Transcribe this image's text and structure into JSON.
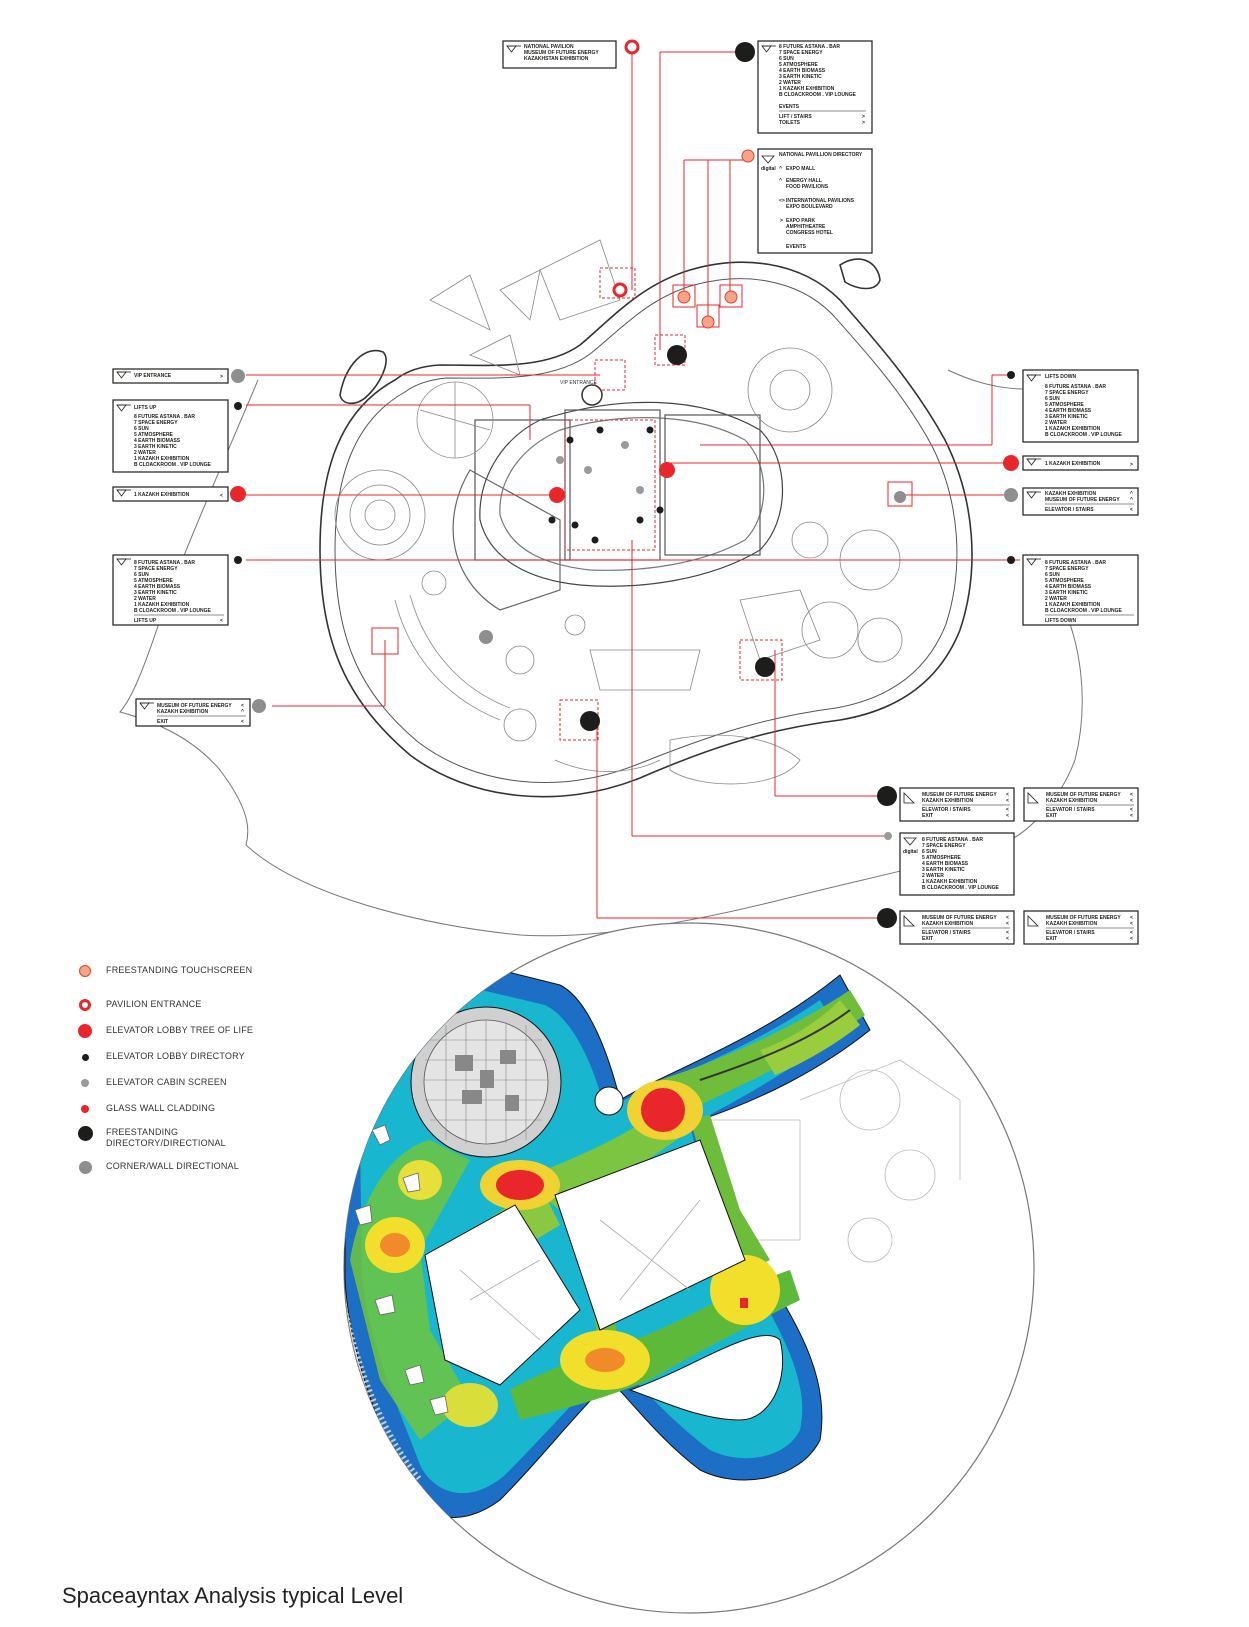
{
  "caption": "Spaceayntax Analysis typical Level",
  "legend": [
    {
      "label": "FREESTANDING TOUCHSCREEN",
      "fill": "#f6a487",
      "stroke": "#e04030",
      "ring": false,
      "size": 12
    },
    {
      "label": "PAVILION ENTRANCE",
      "fill": "#ffffff",
      "stroke": "#e8262b",
      "ring": true,
      "size": 12
    },
    {
      "label": "ELEVATOR LOBBY TREE OF LIFE",
      "fill": "#e8262b",
      "stroke": "#e8262b",
      "ring": false,
      "size": 14
    },
    {
      "label": "ELEVATOR LOBBY DIRECTORY",
      "fill": "#1d1d1b",
      "stroke": "#1d1d1b",
      "ring": false,
      "size": 7
    },
    {
      "label": "ELEVATOR CABIN SCREEN",
      "fill": "#9a9a9a",
      "stroke": "#9a9a9a",
      "ring": false,
      "size": 8
    },
    {
      "label": "GLASS WALL CLADDING",
      "fill": "#e8262b",
      "stroke": "#e8262b",
      "ring": false,
      "size": 8
    },
    {
      "label": "FREESTANDING DIRECTORY/DIRECTIONAL",
      "fill": "#1d1d1b",
      "stroke": "#1d1d1b",
      "ring": false,
      "size": 15
    },
    {
      "label": "CORNER/WALL DIRECTIONAL",
      "fill": "#8e8e8e",
      "stroke": "#8e8e8e",
      "ring": false,
      "size": 13
    }
  ],
  "signs": {
    "national": {
      "lines": [
        "NATIONAL PAVILION",
        "MUSEUM OF FUTURE ENERGY",
        "KAZAKHSTAN EXHIBITION"
      ]
    },
    "top_right": {
      "lines": [
        "8 FUTURE ASTANA . BAR",
        "7 SPACE ENERGY",
        "6 SUN",
        "5 ATMOSPHERE",
        "4 EARTH BIOMASS",
        "3 EARTH KINETIC",
        "2 WATER",
        "1 KAZAKH EXHIBITION",
        "B CLOACKROOM . VIP LOUNGE"
      ],
      "footer": [
        "EVENTS",
        "LIFT / STAIRS",
        "TOILETS"
      ]
    },
    "directory": {
      "title": "NATIONAL PAVILLION DIRECTORY",
      "items": [
        "EXPO MALL",
        "ENERGY HALL",
        "FOOD PAVILIONS",
        "INTERNATIONAL PAVILIONS",
        "EXPO BOULEVARD",
        "EXPO PARK",
        "AMPHITHEATRE",
        "CONGRESS HOTEL",
        "EVENTS"
      ],
      "brand": "digital"
    },
    "vip": {
      "label": "VIP ENTRANCE",
      "arrow": ">"
    },
    "lifts_up": {
      "title": "LIFTS UP",
      "lines": [
        "8 FUTURE ASTANA . BAR",
        "7 SPACE ENERGY",
        "6 SUN",
        "5 ATMOSPHERE",
        "4 EARTH BIOMASS",
        "3 EARTH KINETIC",
        "2 WATER",
        "1 KAZAKH EXHIBITION",
        "B CLOACKROOM . VIP LOUNGE"
      ]
    },
    "kazakh_left": {
      "label": "1 KAZAKH EXHIBITION",
      "arrow": "<"
    },
    "left_list": {
      "lines": [
        "8 FUTURE ASTANA . BAR",
        "7 SPACE ENERGY",
        "6 SUN",
        "5 ATMOSPHERE",
        "4 EARTH BIOMASS",
        "3 EARTH KINETIC",
        "2 WATER",
        "1 KAZAKH EXHIBITION",
        "B CLOACKROOM . VIP LOUNGE"
      ],
      "footer": "LIFTS UP"
    },
    "museum_left": {
      "lines": [
        "MUSEUM OF FUTURE ENERGY",
        "KAZAKH EXHIBITION"
      ],
      "footer": "EXIT"
    },
    "lifts_down": {
      "title": "LIFTS DOWN",
      "lines": [
        "8 FUTURE ASTANA . BAR",
        "7 SPACE ENERGY",
        "6 SUN",
        "5 ATMOSPHERE",
        "4 EARTH BIOMASS",
        "3 EARTH KINETIC",
        "2 WATER",
        "1 KAZAKH EXHIBITION",
        "B CLOACKROOM . VIP LOUNGE"
      ]
    },
    "kazakh_right": {
      "label": "1 KAZAKH EXHIBITION",
      "arrow": ">"
    },
    "kazakh_museum_right": {
      "lines": [
        "KAZAKH EXHIBITION",
        "MUSEUM OF FUTURE ENERGY"
      ],
      "footer": "ELEVATOR / STAIRS"
    },
    "right_list": {
      "lines": [
        "8 FUTURE ASTANA . BAR",
        "7 SPACE ENERGY",
        "6 SUN",
        "5 ATMOSPHERE",
        "4 EARTH BIOMASS",
        "3 EARTH KINETIC",
        "2 WATER",
        "1 KAZAKH EXHIBITION",
        "B CLOACKROOM . VIP LOUNGE"
      ],
      "footer": "LIFTS DOWN"
    },
    "bottom_list": {
      "lines": [
        "8 FUTURE ASTANA . BAR",
        "7 SPACE ENERGY",
        "6 SUN",
        "5 ATMOSPHERE",
        "4 EARTH BIOMASS",
        "3 EARTH KINETIC",
        "2 WATER",
        "1 KAZAKH EXHIBITION",
        "B CLOACKROOM . VIP LOUNGE"
      ],
      "brand": "digital"
    },
    "museum_pair": {
      "lines": [
        "MUSEUM OF FUTURE ENERGY",
        "KAZAKH EXHIBITION"
      ],
      "footer": [
        "ELEVATOR / STAIRS",
        "EXIT"
      ]
    }
  },
  "plan_labels": {
    "vip": "VIP ENTRANCE"
  },
  "colors": {
    "red": "#e8262b",
    "black": "#1d1d1b",
    "grey": "#8e8e8e",
    "plan_line": "#555555"
  }
}
